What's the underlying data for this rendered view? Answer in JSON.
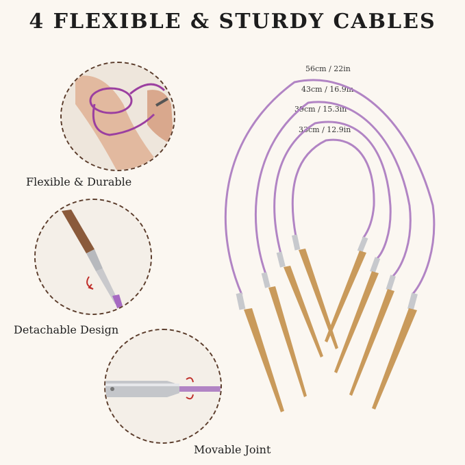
{
  "title": "4 FLEXIBLE & STURDY CABLES",
  "features": [
    {
      "label": "Flexible & Durable",
      "icon": "finger-wrapped-cable-icon"
    },
    {
      "label": "Detachable Design",
      "icon": "detach-needle-icon"
    },
    {
      "label": "Movable Joint",
      "icon": "swivel-joint-icon"
    }
  ],
  "cable_sizes": [
    {
      "label": "56cm  /  22in"
    },
    {
      "label": "43cm  /  16.9in"
    },
    {
      "label": "39cm  /  15.3in"
    },
    {
      "label": "33cm  /  12.9in"
    }
  ],
  "colors": {
    "cable": "#b184c4",
    "bamboo": "#c99a5b",
    "metal": "#b7b9bd",
    "circle_border": "#5a3b2a"
  }
}
